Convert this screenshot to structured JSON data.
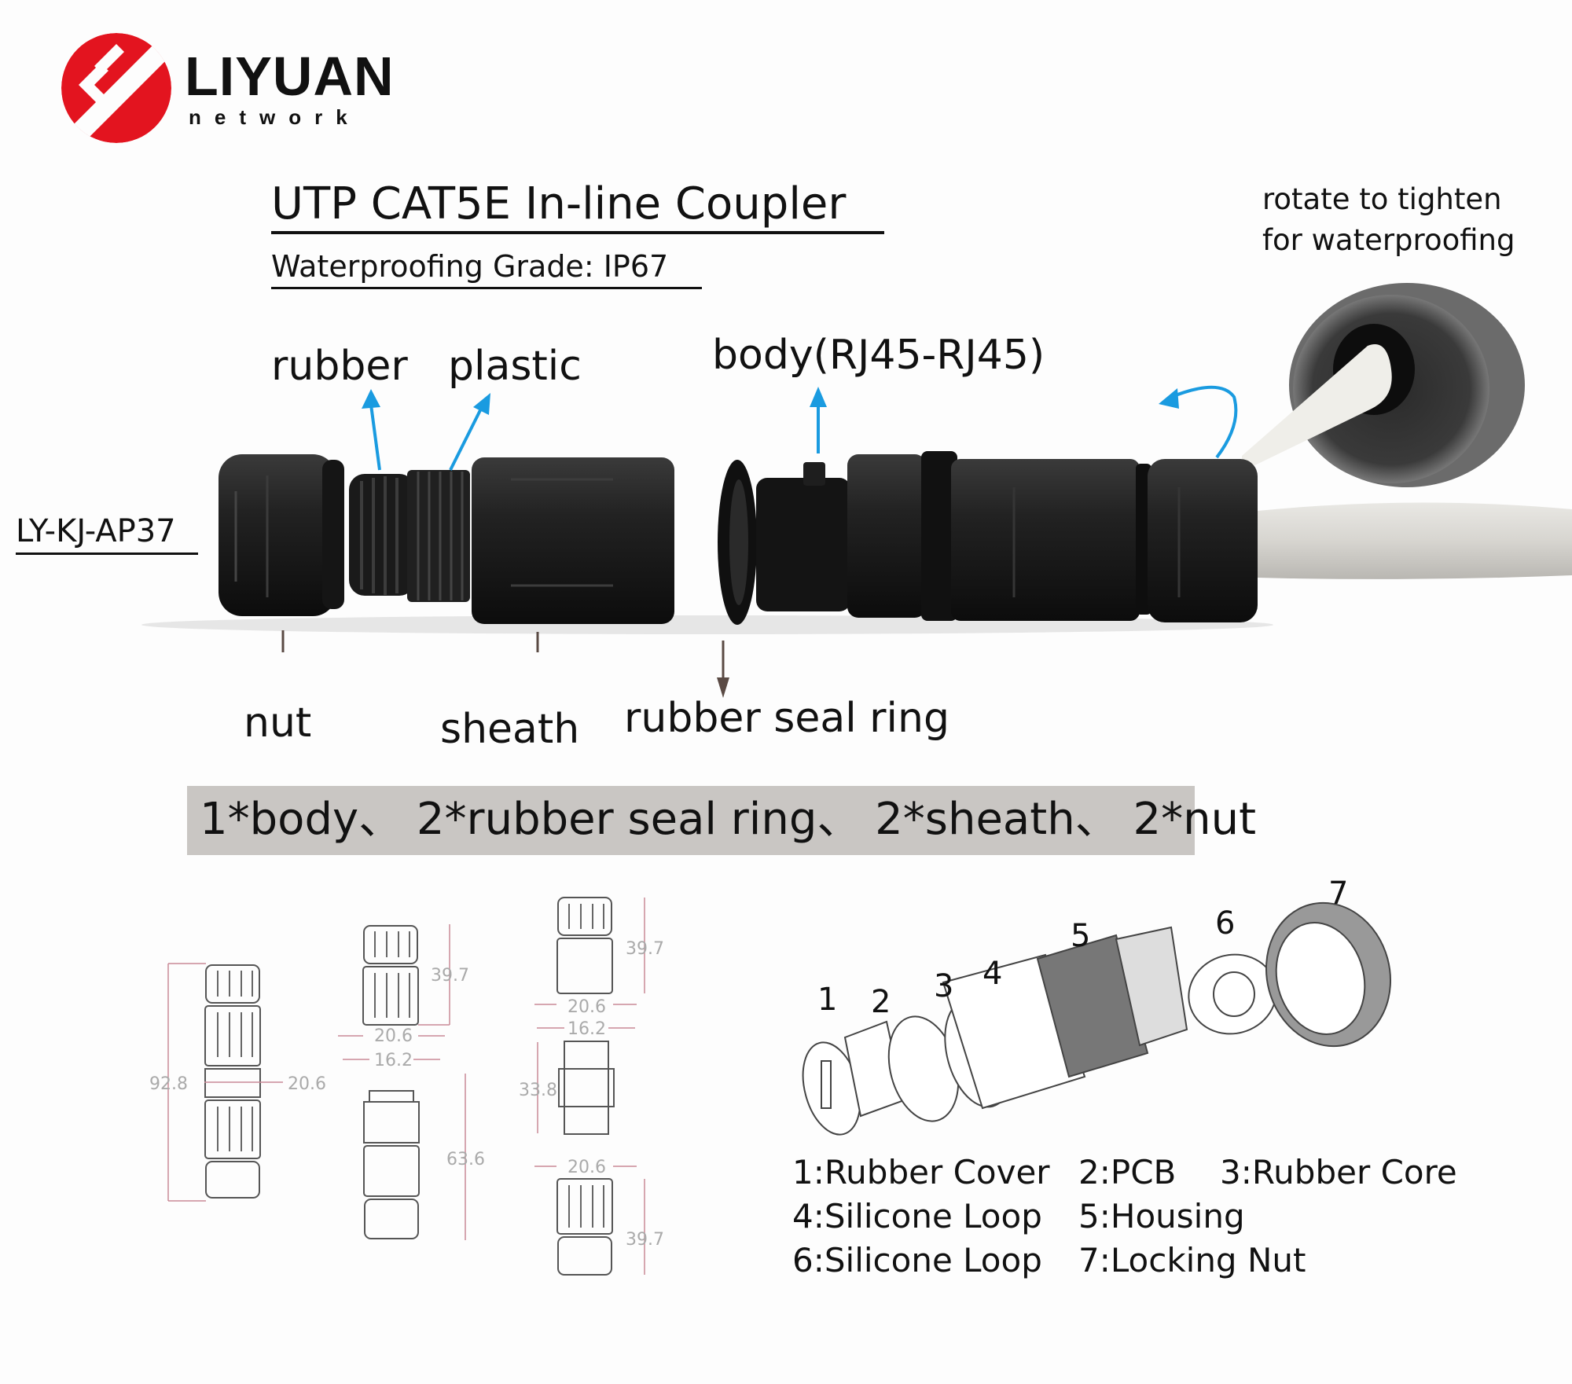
{
  "brand": {
    "name": "LIYUAN",
    "subtitle": "network",
    "logo_color": "#e3141f"
  },
  "header": {
    "title": "UTP CAT5E In-line Coupler",
    "subtitle": "Waterproofing Grade: IP67"
  },
  "note": {
    "line1": "rotate to tighten",
    "line2": "for waterproofing"
  },
  "model": "LY-KJ-AP37",
  "callouts": {
    "rubber": "rubber",
    "plastic": "plastic",
    "body": "body(RJ45-RJ45)",
    "nut": "nut",
    "sheath": "sheath",
    "seal": "rubber seal ring",
    "arrow_color_up": "#1a9be0",
    "arrow_color_down": "#5a4a44"
  },
  "contents": "1*body、 2*rubber seal ring、 2*sheath、 2*nut",
  "dimensions": {
    "full_length": "92.8",
    "full_width": "20.6",
    "half_a_length": "39.7",
    "half_a_width": "20.6",
    "half_b_inner": "16.2",
    "half_b_length": "63.6",
    "mid_inner": "16.2",
    "mid_length": "33.8",
    "right_top_length": "39.7",
    "right_top_width": "20.6",
    "right_bottom_width": "20.6",
    "right_bottom_length": "39.7"
  },
  "exploded": {
    "numbers": [
      "1",
      "2",
      "3",
      "4",
      "5",
      "6",
      "7"
    ]
  },
  "legend": [
    [
      "1:Rubber Cover",
      "2:PCB",
      "3:Rubber Core"
    ],
    [
      "4:Silicone Loop",
      "5:Housing"
    ],
    [
      "6:Silicone Loop",
      "7:Locking Nut"
    ]
  ],
  "icons": {
    "rotate": "rotate-arrow-icon",
    "arrow_up": "arrow-up-icon",
    "arrow_down": "arrow-down-icon"
  }
}
